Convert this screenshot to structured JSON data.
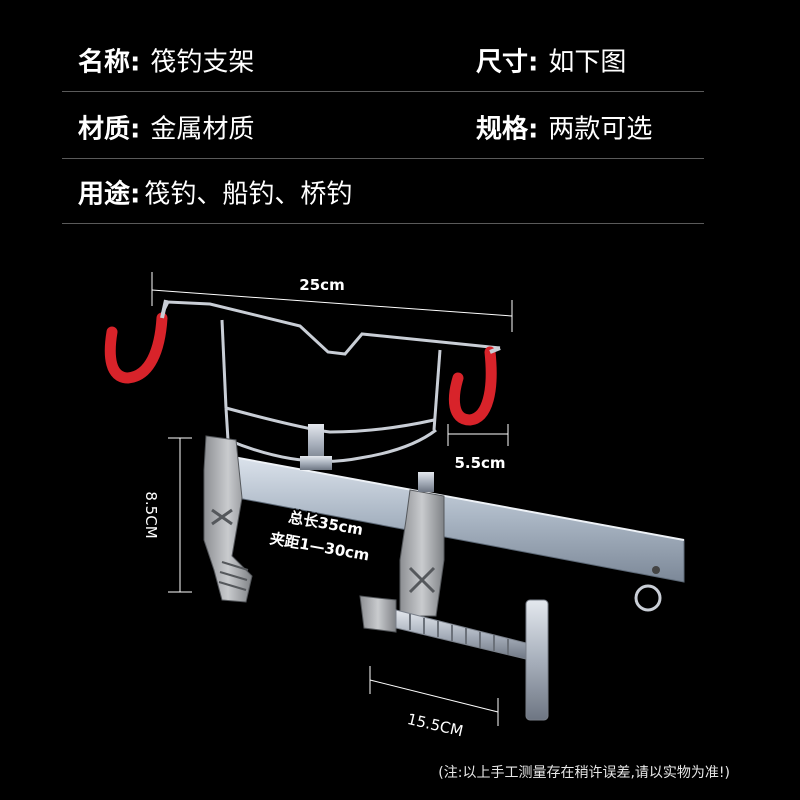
{
  "specs": {
    "name_label": "名称:",
    "name_value": "筏钓支架",
    "size_label": "尺寸:",
    "size_value": "如下图",
    "material_label": "材质:",
    "material_value": "金属材质",
    "spec_label": "规格:",
    "spec_value": "两款可选",
    "usage_label": "用途:",
    "usage_value": "筏钓、船钓、桥钓"
  },
  "dimensions": {
    "top_width": "25cm",
    "hook_width": "5.5cm",
    "height": "8.5CM",
    "total_length": "总长35cm",
    "clamp_range": "夹距1—30cm",
    "screw_length": "15.5CM"
  },
  "note": "(注:以上手工测量存在稍许误差,请以实物为准!)",
  "colors": {
    "background": "#000000",
    "hook_red": "#d8232a",
    "metal": "#c7cdd6",
    "divider": "#5a5a5a"
  }
}
